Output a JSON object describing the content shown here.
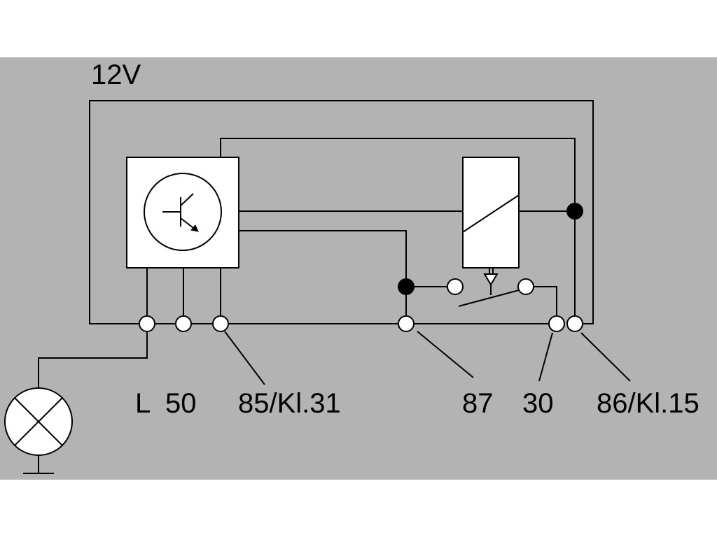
{
  "diagram": {
    "supply_label": "12V",
    "terminals": {
      "lamp": "L",
      "t50": "50",
      "t85": "85/Kl.31",
      "t87": "87",
      "t30": "30",
      "t86": "86/Kl.15"
    },
    "colors": {
      "background": "#b3b3b3",
      "line": "#000000",
      "terminal_fill": "#ffffff",
      "node_fill": "#000000"
    },
    "icons": [
      "transistor-symbol-icon",
      "relay-coil-icon",
      "relay-switch-icon",
      "lamp-icon",
      "ground-icon"
    ]
  }
}
